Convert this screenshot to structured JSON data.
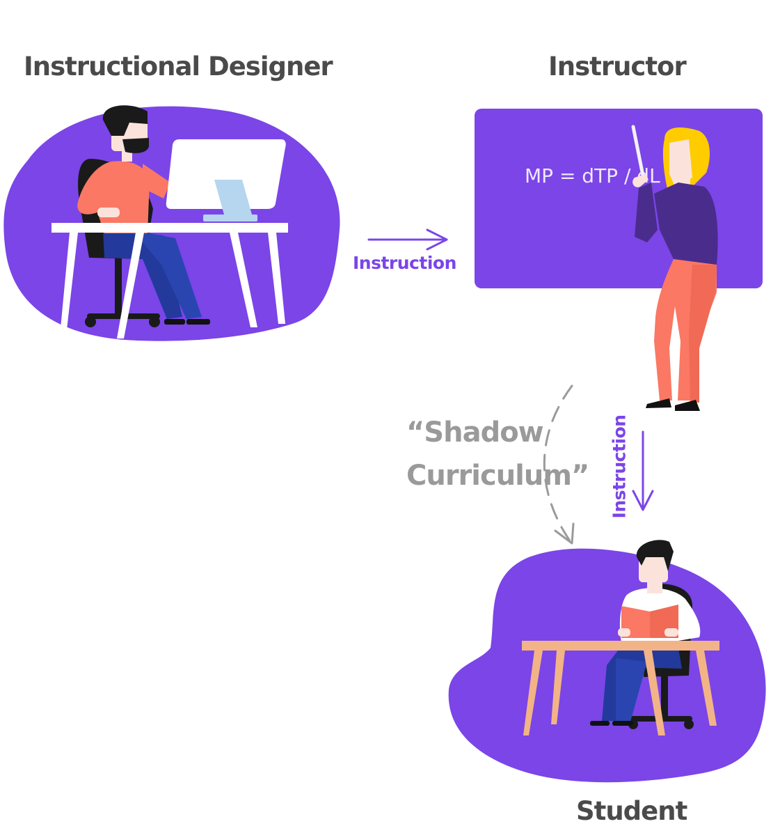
{
  "roles": {
    "designer": "Instructional Designer",
    "instructor": "Instructor",
    "student": "Student"
  },
  "edges": {
    "designer_to_instructor": "Instruction",
    "instructor_to_student": "Instruction"
  },
  "shadow_curriculum": {
    "line1": "“Shadow",
    "line2": "Curriculum”"
  },
  "board": {
    "formula": "MP = dTP / dL"
  },
  "colors": {
    "accent": "#7b45e8",
    "title": "#4a4a4a",
    "shadow_text": "#9a9a9a",
    "shirt_coral": "#fa7864",
    "pants_navy": "#233a9c",
    "instructor_top": "#4a2c8c",
    "hair_yellow": "#ffcc00",
    "student_table": "#f2b487"
  }
}
